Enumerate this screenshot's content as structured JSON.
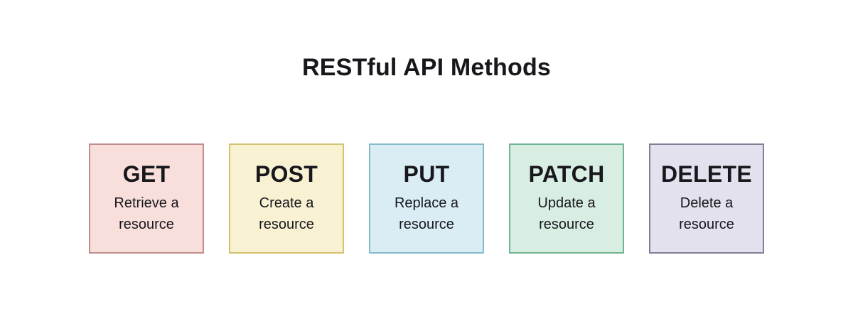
{
  "page": {
    "background": "#ffffff",
    "text_color": "#17171c",
    "title": "RESTful API Methods"
  },
  "methods": [
    {
      "name": "GET",
      "description": "Retrieve a resource",
      "fill": "#f9dfdc",
      "border": "#bf8e8c"
    },
    {
      "name": "POST",
      "description": "Create a resource",
      "fill": "#f8f2d3",
      "border": "#d4c26e"
    },
    {
      "name": "PUT",
      "description": "Replace a resource",
      "fill": "#daedf4",
      "border": "#84bbc9"
    },
    {
      "name": "PATCH",
      "description": "Update a resource",
      "fill": "#d9eee3",
      "border": "#70b593"
    },
    {
      "name": "DELETE",
      "description": "Delete a resource",
      "fill": "#e3e1ed",
      "border": "#817e96"
    }
  ]
}
